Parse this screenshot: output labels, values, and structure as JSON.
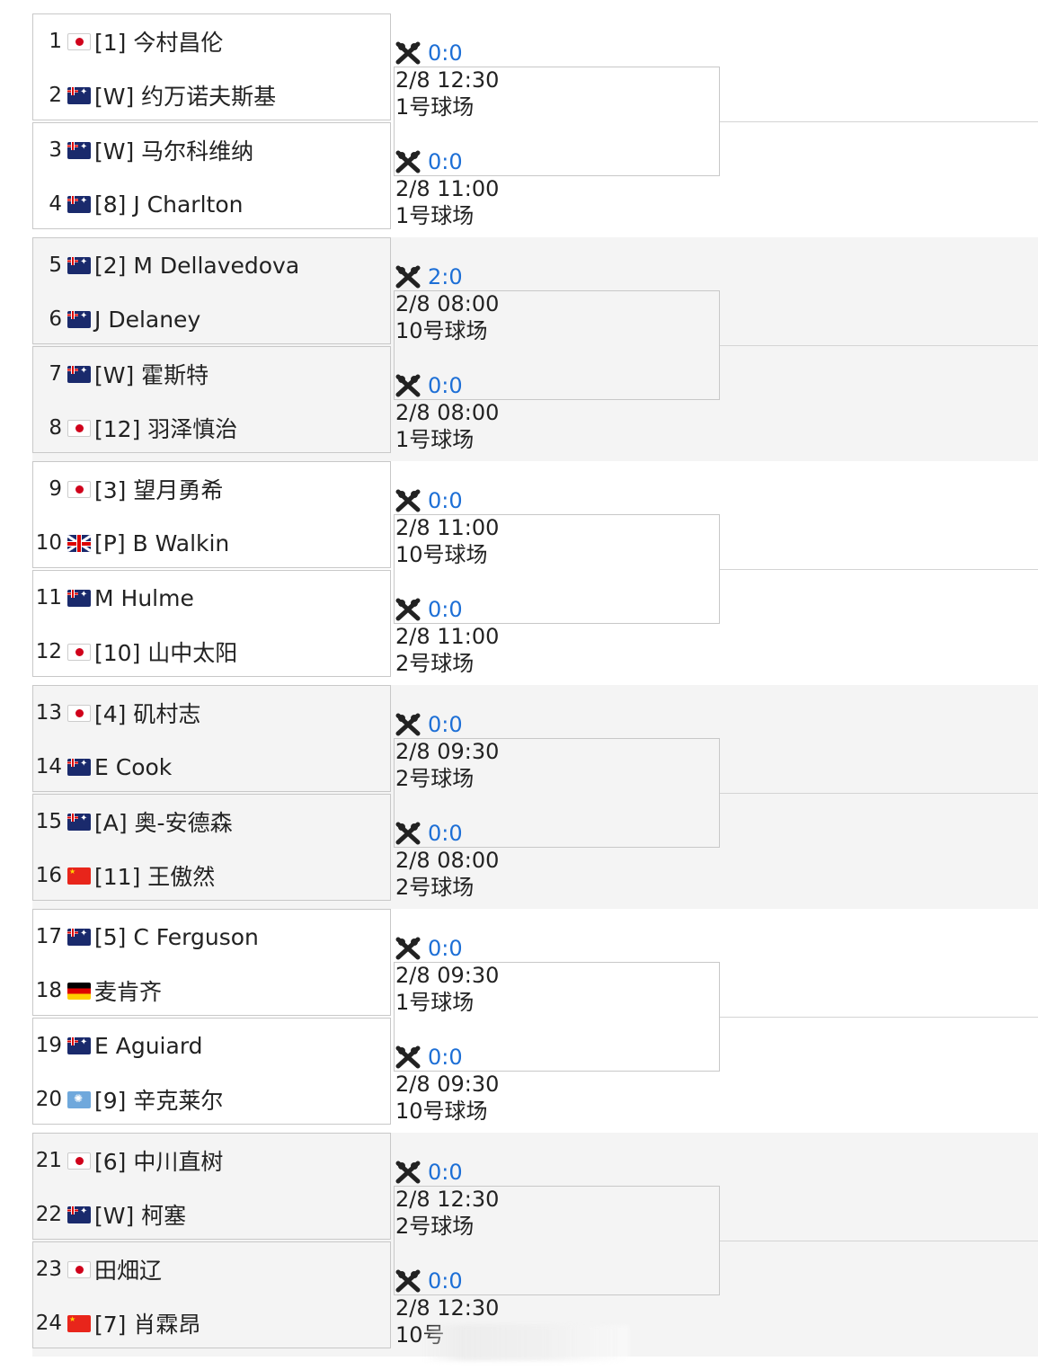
{
  "players": [
    {
      "num": "1",
      "flag": "jp",
      "name": "[1] 今村昌伦"
    },
    {
      "num": "2",
      "flag": "au",
      "name": "[W] 约万诺夫斯基"
    },
    {
      "num": "3",
      "flag": "au",
      "name": "[W] 马尔科维纳"
    },
    {
      "num": "4",
      "flag": "au",
      "name": "[8] J Charlton"
    },
    {
      "num": "5",
      "flag": "au",
      "name": "[2] M Dellavedova"
    },
    {
      "num": "6",
      "flag": "au",
      "name": "  J Delaney"
    },
    {
      "num": "7",
      "flag": "au",
      "name": "[W] 霍斯特"
    },
    {
      "num": "8",
      "flag": "jp",
      "name": "[12] 羽泽慎治"
    },
    {
      "num": "9",
      "flag": "jp",
      "name": "[3] 望月勇希"
    },
    {
      "num": "10",
      "flag": "gb",
      "name": "[P] B Walkin"
    },
    {
      "num": "11",
      "flag": "au",
      "name": "  M Hulme"
    },
    {
      "num": "12",
      "flag": "jp",
      "name": "[10] 山中太阳"
    },
    {
      "num": "13",
      "flag": "jp",
      "name": "[4] 矶村志"
    },
    {
      "num": "14",
      "flag": "au",
      "name": "  E Cook"
    },
    {
      "num": "15",
      "flag": "au",
      "name": "[A] 奥-安德森"
    },
    {
      "num": "16",
      "flag": "cn",
      "name": "[11] 王傲然"
    },
    {
      "num": "17",
      "flag": "au",
      "name": "[5] C Ferguson"
    },
    {
      "num": "18",
      "flag": "de",
      "name": "  麦肯齐"
    },
    {
      "num": "19",
      "flag": "au",
      "name": "  E Aguiard"
    },
    {
      "num": "20",
      "flag": "fm",
      "name": "[9] 辛克莱尔"
    },
    {
      "num": "21",
      "flag": "jp",
      "name": "[6] 中川直树"
    },
    {
      "num": "22",
      "flag": "au",
      "name": "[W] 柯塞"
    },
    {
      "num": "23",
      "flag": "jp",
      "name": "  田畑辽"
    },
    {
      "num": "24",
      "flag": "cn",
      "name": "[7] 肖霖昂"
    }
  ],
  "matches": [
    {
      "score": "0:0",
      "time": "2/8 12:30",
      "court": "1号球场"
    },
    {
      "score": "0:0",
      "time": "2/8 11:00",
      "court": "1号球场"
    },
    {
      "score": "2:0",
      "time": "2/8 08:00",
      "court": "10号球场"
    },
    {
      "score": "0:0",
      "time": "2/8 08:00",
      "court": "1号球场"
    },
    {
      "score": "0:0",
      "time": "2/8 11:00",
      "court": "10号球场"
    },
    {
      "score": "0:0",
      "time": "2/8 11:00",
      "court": "2号球场"
    },
    {
      "score": "0:0",
      "time": "2/8 09:30",
      "court": "2号球场"
    },
    {
      "score": "0:0",
      "time": "2/8 08:00",
      "court": "2号球场"
    },
    {
      "score": "0:0",
      "time": "2/8 09:30",
      "court": "1号球场"
    },
    {
      "score": "0:0",
      "time": "2/8 09:30",
      "court": "10号球场"
    },
    {
      "score": "0:0",
      "time": "2/8 12:30",
      "court": "2号球场"
    },
    {
      "score": "0:0",
      "time": "2/8 12:30",
      "court": "10号"
    }
  ],
  "icons": {
    "match_icon": "crossed-rackets-icon"
  },
  "colors": {
    "score": "#1d6fd6",
    "border": "#c8c8c8",
    "band": "#f4f4f4"
  }
}
